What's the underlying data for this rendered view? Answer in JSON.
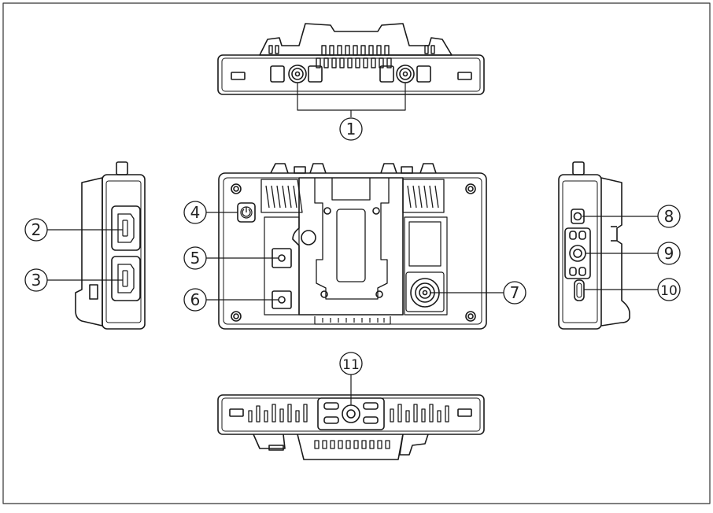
{
  "diagram": {
    "callouts": [
      {
        "id": "1",
        "label": "1",
        "target": "bnc-sdi-connectors-top"
      },
      {
        "id": "2",
        "label": "2",
        "target": "hdmi-port-upper"
      },
      {
        "id": "3",
        "label": "3",
        "target": "hdmi-port-lower"
      },
      {
        "id": "4",
        "label": "4",
        "target": "power-button"
      },
      {
        "id": "5",
        "label": "5",
        "target": "jack-upper"
      },
      {
        "id": "6",
        "label": "6",
        "target": "jack-lower"
      },
      {
        "id": "7",
        "label": "7",
        "target": "bnc-connector-rear"
      },
      {
        "id": "8",
        "label": "8",
        "target": "side-button"
      },
      {
        "id": "9",
        "label": "9",
        "target": "side-mount-hole"
      },
      {
        "id": "10",
        "label": "10",
        "target": "usb-c-port"
      },
      {
        "id": "11",
        "label": "11",
        "target": "bottom-mount-hole"
      }
    ],
    "colors": {
      "line": "#1a1a1a",
      "frame": "#333333",
      "background": "#ffffff"
    }
  }
}
